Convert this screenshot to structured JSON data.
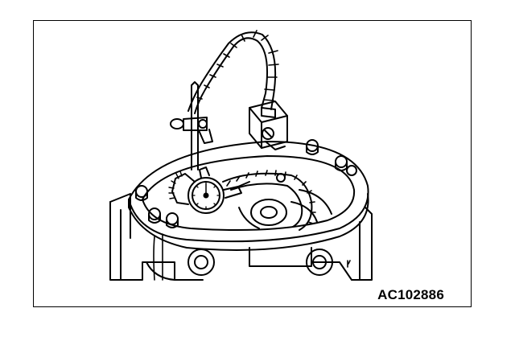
{
  "figure": {
    "id_label": "AC102886",
    "line_color": "#000000",
    "background": "#ffffff",
    "components": [
      "dial-indicator",
      "magnetic-base",
      "flexible-arm",
      "indicator-rod",
      "ring-gear",
      "differential-case",
      "bolts"
    ]
  }
}
